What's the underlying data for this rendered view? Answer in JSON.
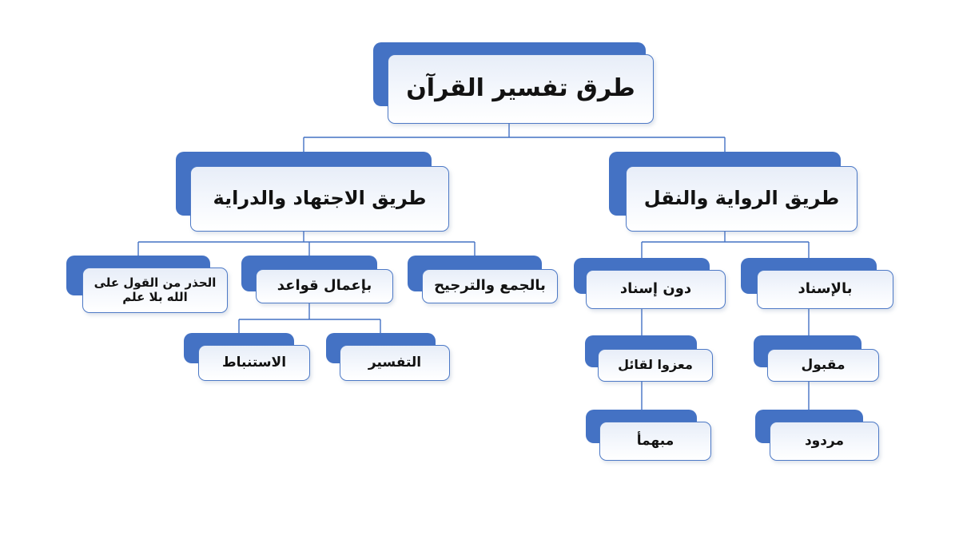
{
  "diagram": {
    "type": "tree-chart",
    "language": "ar",
    "direction": "rtl"
  },
  "colors": {
    "accent_blue": "#4472C4",
    "box_fill_top": "#e7edf8",
    "box_fill_bottom": "#ffffff",
    "box_border": "#4d79c6",
    "connector_line": "#4472C4",
    "text": "#121212",
    "background": "#ffffff"
  },
  "nodes": {
    "root": {
      "label": "طرق تفسير القرآن"
    },
    "ijtihad": {
      "label": "طريق الاجتهاد والدراية"
    },
    "riwaya": {
      "label": "طريق الرواية والنقل"
    },
    "hadhar": {
      "label": "الحذر من القول على الله بلا علم"
    },
    "qawaid": {
      "label": "بإعمال قواعد"
    },
    "jam": {
      "label": "بالجمع والترجيح"
    },
    "istinbat": {
      "label": "الاستنباط"
    },
    "tafsir": {
      "label": "التفسير"
    },
    "dun_isnad": {
      "label": "دون إسناد"
    },
    "bil_isnad": {
      "label": "بالإسناد"
    },
    "mazuwan_liqail": {
      "label": "معزوا لقائل"
    },
    "mubham": {
      "label": "مبهمأ"
    },
    "maqbul": {
      "label": "مقبول"
    },
    "mardud": {
      "label": "مردود"
    }
  },
  "edges": [
    {
      "from": "root",
      "to": [
        "ijtihad",
        "riwaya"
      ]
    },
    {
      "from": "ijtihad",
      "to": [
        "hadhar",
        "qawaid",
        "jam"
      ]
    },
    {
      "from": "qawaid",
      "to": [
        "istinbat",
        "tafsir"
      ]
    },
    {
      "from": "riwaya",
      "to": [
        "dun_isnad",
        "bil_isnad"
      ]
    },
    {
      "from": "dun_isnad",
      "to": [
        "mazuwan_liqail"
      ]
    },
    {
      "from": "mazuwan_liqail",
      "to": [
        "mubham"
      ]
    },
    {
      "from": "bil_isnad",
      "to": [
        "maqbul",
        "mardud"
      ]
    },
    {
      "from": "maqbul",
      "to": [
        "mardud_chain_note_not_visible"
      ]
    }
  ]
}
